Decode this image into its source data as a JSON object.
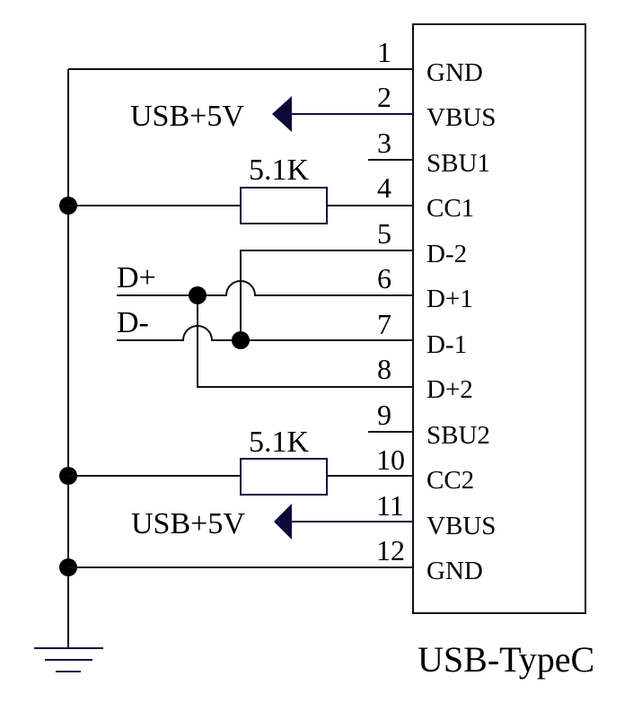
{
  "component": {
    "name": "USB-TypeC",
    "pins": [
      {
        "number": "1",
        "name": "GND"
      },
      {
        "number": "2",
        "name": "VBUS"
      },
      {
        "number": "3",
        "name": "SBU1"
      },
      {
        "number": "4",
        "name": "CC1"
      },
      {
        "number": "5",
        "name": "D-2"
      },
      {
        "number": "6",
        "name": "D+1"
      },
      {
        "number": "7",
        "name": "D-1"
      },
      {
        "number": "8",
        "name": "D+2"
      },
      {
        "number": "9",
        "name": "SBU2"
      },
      {
        "number": "10",
        "name": "CC2"
      },
      {
        "number": "11",
        "name": "VBUS"
      },
      {
        "number": "12",
        "name": "GND"
      }
    ]
  },
  "resistors": [
    {
      "value": "5.1K",
      "connects": "CC1"
    },
    {
      "value": "5.1K",
      "connects": "CC2"
    }
  ],
  "power_ports": [
    {
      "label": "USB+5V",
      "connects": "VBUS (pin 2)"
    },
    {
      "label": "USB+5V",
      "connects": "VBUS (pin 11)"
    }
  ],
  "net_labels": {
    "dplus": "D+",
    "dminus": "D-"
  },
  "colors": {
    "wire": "#111111",
    "power_arrow": "#0a0a3a",
    "background": "#ffffff"
  }
}
